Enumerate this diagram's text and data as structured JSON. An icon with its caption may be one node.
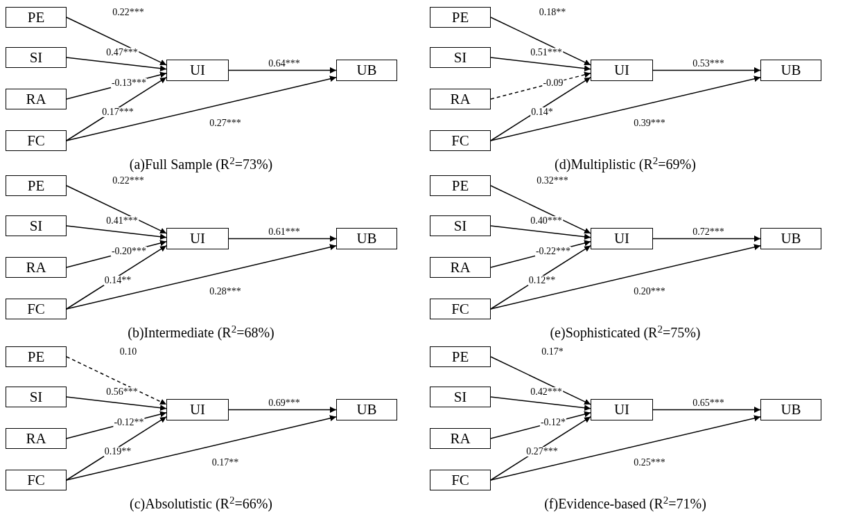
{
  "diagram": {
    "nodes": [
      {
        "text": [
          "PE"
        ]
      },
      {
        "text": [
          "SI"
        ]
      },
      {
        "text": [
          "RA"
        ]
      },
      {
        "text": [
          "FC"
        ]
      },
      {
        "text": [
          "UI"
        ]
      },
      {
        "text": [
          "UB"
        ]
      },
      {
        "text": [
          "PE"
        ]
      },
      {
        "text": [
          "SI"
        ]
      },
      {
        "text": [
          "RA"
        ]
      },
      {
        "text": [
          "FC"
        ]
      },
      {
        "text": [
          "UI"
        ]
      },
      {
        "text": [
          "UB"
        ]
      },
      {
        "text": [
          "PE"
        ]
      },
      {
        "text": [
          "SI"
        ]
      },
      {
        "text": [
          "RA"
        ]
      },
      {
        "text": [
          "FC"
        ]
      },
      {
        "text": [
          "UI"
        ]
      },
      {
        "text": [
          "UB"
        ]
      },
      {
        "text": [
          "PE"
        ]
      },
      {
        "text": [
          "SI"
        ]
      },
      {
        "text": [
          "RA"
        ]
      },
      {
        "text": [
          "FC"
        ]
      },
      {
        "text": [
          "UI"
        ]
      },
      {
        "text": [
          "UB"
        ]
      },
      {
        "text": [
          "PE"
        ]
      },
      {
        "text": [
          "SI"
        ]
      },
      {
        "text": [
          "RA"
        ]
      },
      {
        "text": [
          "FC"
        ]
      },
      {
        "text": [
          "UI"
        ]
      },
      {
        "text": [
          "UB"
        ]
      },
      {
        "text": [
          "PE"
        ]
      },
      {
        "text": [
          "SI"
        ]
      },
      {
        "text": [
          "RA"
        ]
      },
      {
        "text": [
          "FC"
        ]
      },
      {
        "text": [
          "UI"
        ]
      },
      {
        "text": [
          "UB"
        ]
      }
    ],
    "edges": [
      {
        "from": 0,
        "to": 4,
        "arrow": "to",
        "label": "0.22***"
      },
      {
        "from": 1,
        "to": 4,
        "arrow": "to",
        "label": "0.47***"
      },
      {
        "from": 2,
        "to": 4,
        "arrow": "to",
        "label": "-0.13***"
      },
      {
        "from": 3,
        "to": 4,
        "arrow": "to",
        "label": "0.17***"
      },
      {
        "from": 4,
        "to": 5,
        "arrow": "to",
        "label": "0.64***"
      },
      {
        "from": 3,
        "to": 5,
        "arrow": "to",
        "label": "0.27***"
      },
      {
        "from": 6,
        "to": 10,
        "arrow": "to",
        "label": "0.18**"
      },
      {
        "from": 7,
        "to": 10,
        "arrow": "to",
        "label": "0.51***"
      },
      {
        "from": 8,
        "to": 10,
        "arrow": "to",
        "label": "-0.09",
        "style": "dashed"
      },
      {
        "from": 9,
        "to": 10,
        "arrow": "to",
        "label": "0.14*"
      },
      {
        "from": 10,
        "to": 11,
        "arrow": "to",
        "label": "0.53***"
      },
      {
        "from": 9,
        "to": 11,
        "arrow": "to",
        "label": "0.39***"
      },
      {
        "from": 12,
        "to": 16,
        "arrow": "to",
        "label": "0.22***"
      },
      {
        "from": 13,
        "to": 16,
        "arrow": "to",
        "label": "0.41***"
      },
      {
        "from": 14,
        "to": 16,
        "arrow": "to",
        "label": "-0.20***"
      },
      {
        "from": 15,
        "to": 16,
        "arrow": "to",
        "label": "0.14**"
      },
      {
        "from": 16,
        "to": 17,
        "arrow": "to",
        "label": "0.61***"
      },
      {
        "from": 15,
        "to": 17,
        "arrow": "to",
        "label": "0.28***"
      },
      {
        "from": 18,
        "to": 22,
        "arrow": "to",
        "label": "0.32***"
      },
      {
        "from": 19,
        "to": 22,
        "arrow": "to",
        "label": "0.40***"
      },
      {
        "from": 20,
        "to": 22,
        "arrow": "to",
        "label": "-0.22***"
      },
      {
        "from": 21,
        "to": 22,
        "arrow": "to",
        "label": "0.12**"
      },
      {
        "from": 22,
        "to": 23,
        "arrow": "to",
        "label": "0.72***"
      },
      {
        "from": 21,
        "to": 23,
        "arrow": "to",
        "label": "0.20***"
      },
      {
        "from": 24,
        "to": 28,
        "arrow": "to",
        "label": "0.10",
        "style": "dashed"
      },
      {
        "from": 25,
        "to": 28,
        "arrow": "to",
        "label": "0.56***"
      },
      {
        "from": 26,
        "to": 28,
        "arrow": "to",
        "label": "-0.12**"
      },
      {
        "from": 27,
        "to": 28,
        "arrow": "to",
        "label": "0.19**"
      },
      {
        "from": 28,
        "to": 29,
        "arrow": "to",
        "label": "0.69***"
      },
      {
        "from": 27,
        "to": 29,
        "arrow": "to",
        "label": "0.17**"
      },
      {
        "from": 30,
        "to": 34,
        "arrow": "to",
        "label": "0.17*"
      },
      {
        "from": 31,
        "to": 34,
        "arrow": "to",
        "label": "0.42***"
      },
      {
        "from": 32,
        "to": 34,
        "arrow": "to",
        "label": "-0.12*"
      },
      {
        "from": 33,
        "to": 34,
        "arrow": "to",
        "label": "0.27***"
      },
      {
        "from": 34,
        "to": 35,
        "arrow": "to",
        "label": "0.65***"
      },
      {
        "from": 33,
        "to": 35,
        "arrow": "to",
        "label": "0.25***"
      }
    ],
    "labels": [
      "(a)Full Sample (R$^{2}$=73%)",
      "(d)Multiplistic (R$^{2}$=69%)",
      "(b)Intermediate (R$^{2}$=68%)",
      "(e)Sophisticated (R$^{2}$=75%)",
      "(c)Absolutistic (R$^{2}$=66%)",
      "(f)Evidence-based (R$^{2}$=71%)"
    ]
  }
}
